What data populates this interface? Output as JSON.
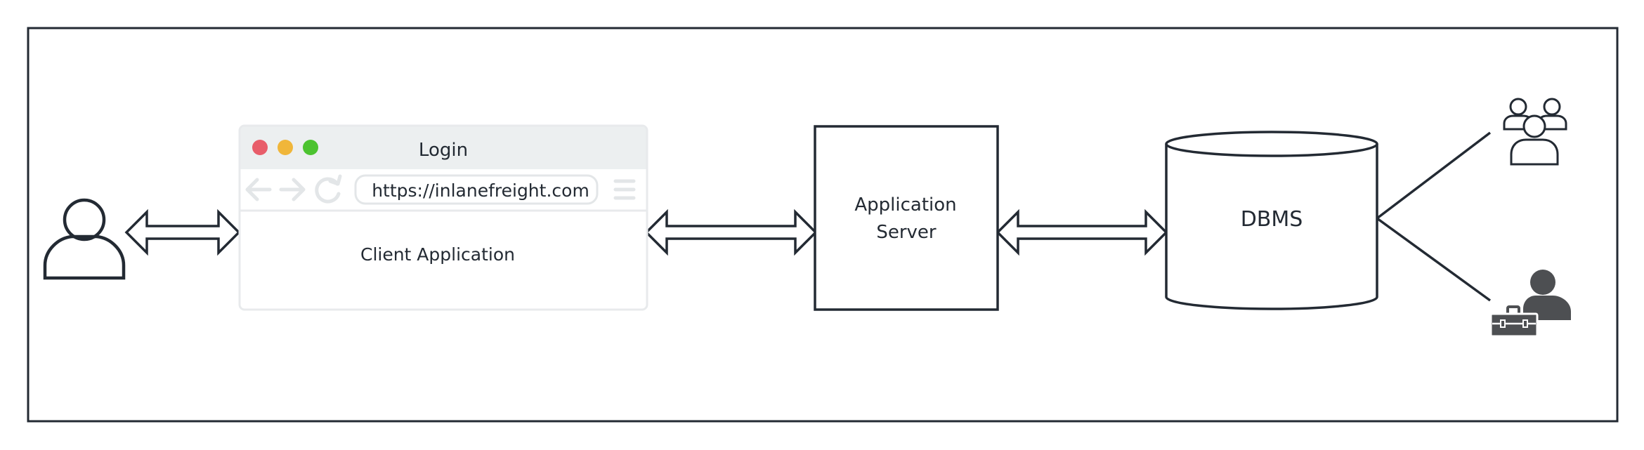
{
  "browser": {
    "title": "Login",
    "url": "https://inlanefreight.com",
    "content_label": "Client Application",
    "dots": [
      "#e85d6a",
      "#f0b63a",
      "#4cc330"
    ]
  },
  "app_server": {
    "line1": "Application",
    "line2": "Server"
  },
  "dbms": {
    "label": "DBMS"
  },
  "colors": {
    "stroke": "#232a33",
    "browser_border": "#e8eaec",
    "browser_titlebar": "#eceff0",
    "browser_nav_icons": "#e3e6e8",
    "admin_fill": "#4d4f52"
  },
  "icons": [
    "user-icon",
    "user-group-icon",
    "admin-user-icon",
    "toolbox-icon"
  ]
}
